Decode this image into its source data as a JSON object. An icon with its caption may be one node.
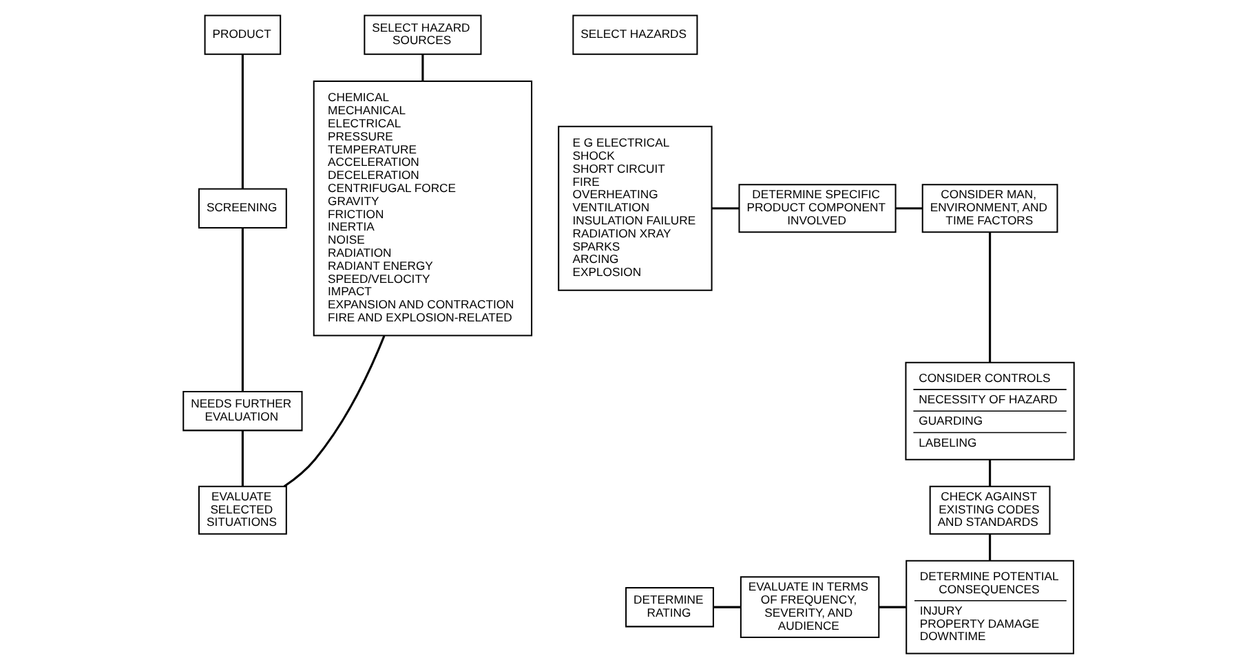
{
  "diagram": {
    "nodes": [
      {
        "text": [
          "PRODUCT"
        ]
      },
      {
        "text": [
          "SCREENING"
        ]
      },
      {
        "text": [
          "NEEDS FURTHER EVALUATION"
        ]
      },
      {
        "text": [
          "EVALUATE SELECTED SITUATIONS"
        ]
      },
      {
        "text": [
          "SELECT HAZARD SOURCES"
        ]
      },
      {
        "text": [
          "CHEMICAL",
          "MECHANICAL",
          "ELECTRICAL",
          "PRESSURE",
          "TEMPERATURE",
          "ACCELERATION",
          "DECELERATION",
          "CENTRIFUGAL FORCE",
          "GRAVITY",
          "FRICTION",
          "INERTIA",
          "NOISE",
          "RADIATION",
          "RADIANT ENERGY",
          "SPEED/VELOCITY",
          "IMPACT",
          "EXPANSION AND CONTRACTION",
          "FIRE AND EXPLOSION-RELATED"
        ]
      },
      {
        "text": [
          "SELECT HAZARDS"
        ]
      },
      {
        "text": [
          "E G ELECTRICAL",
          "SHOCK",
          "SHORT CIRCUIT",
          "FIRE",
          "OVERHEATING",
          "VENTILATION",
          "INSULATION FAILURE",
          "RADIATION XRAY",
          "SPARKS",
          "ARCING",
          "EXPLOSION"
        ]
      },
      {
        "text": [
          "DETERMINE SPECIFIC PRODUCT COMPONENT INVOLVED"
        ]
      },
      {
        "text": [
          "CONSIDER MAN, ENVIRONMENT, AND TIME FACTORS"
        ]
      },
      {
        "text": [
          "CONSIDER CONTROLS",
          "NECESSITY OF HAZARD",
          "GUARDING",
          "LABELING"
        ]
      },
      {
        "text": [
          "CHECK AGAINST EXISTING CODES AND STANDARDS"
        ]
      },
      {
        "text": [
          "DETERMINE POTENTIAL CONSEQUENCES",
          "INJURY",
          "PROPERTY DAMAGE",
          "DOWNTIME"
        ]
      },
      {
        "text": [
          "EVALUATE IN TERMS OF FREQUENCY, SEVERITY, AND AUDIENCE"
        ]
      },
      {
        "text": [
          "DETERMINE RATING"
        ]
      }
    ],
    "edges": [
      {
        "from": 0,
        "to": 1,
        "arrow": "none"
      },
      {
        "from": 1,
        "to": 2,
        "arrow": "none"
      },
      {
        "from": 2,
        "to": 3,
        "arrow": "none"
      },
      {
        "from": 3,
        "to": 5,
        "arrow": "none"
      },
      {
        "from": 4,
        "to": 5,
        "arrow": "none"
      },
      {
        "from": 7,
        "to": 8,
        "arrow": "none"
      },
      {
        "from": 8,
        "to": 9,
        "arrow": "none"
      },
      {
        "from": 9,
        "to": 10,
        "arrow": "none"
      },
      {
        "from": 10,
        "to": 11,
        "arrow": "none"
      },
      {
        "from": 11,
        "to": 12,
        "arrow": "none"
      },
      {
        "from": 13,
        "to": 12,
        "arrow": "none"
      },
      {
        "from": 14,
        "to": 13,
        "arrow": "none"
      }
    ]
  }
}
